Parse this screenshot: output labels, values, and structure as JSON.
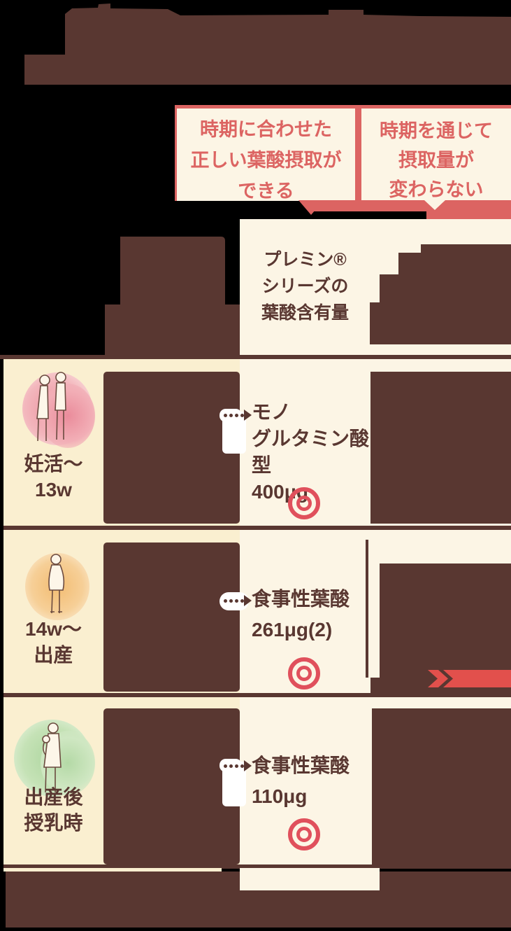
{
  "callouts": {
    "left": {
      "line1": "時期に合わせた",
      "line2": "正しい葉酸摂取が",
      "line3": "できる"
    },
    "right": {
      "line1": "時期を通じて",
      "line2": "摂取量が",
      "line3": "変わらない"
    }
  },
  "header": {
    "premin": {
      "line1": "プレミン®",
      "line2": "シリーズの",
      "line3": "葉酸含有量"
    }
  },
  "rows": [
    {
      "stage1": "妊活〜",
      "stage2": "13w",
      "value1": "モノ",
      "value2": "グルタミン酸型",
      "value3": "400μg",
      "rating": "◎"
    },
    {
      "stage1": "14w〜",
      "stage2": "出産",
      "value1": "食事性葉酸",
      "value2": "261μg(2)",
      "rating": "◎"
    },
    {
      "stage1": "出産後",
      "stage2": "授乳時",
      "value1": "食事性葉酸",
      "value2": "110μg",
      "rating": "◎"
    }
  ],
  "icons": {
    "arrow": "dotted-arrow-right",
    "package": "supplement-pouch",
    "rating_mark": "double-circle",
    "chevron": "fast-forward-ribbon"
  },
  "colors": {
    "brown": "#593731",
    "cream": "#fcf5e5",
    "yellow": "#faefd0",
    "red": "#dc6462",
    "rating_red": "#e0505c",
    "chevron_red": "#e2504c"
  }
}
